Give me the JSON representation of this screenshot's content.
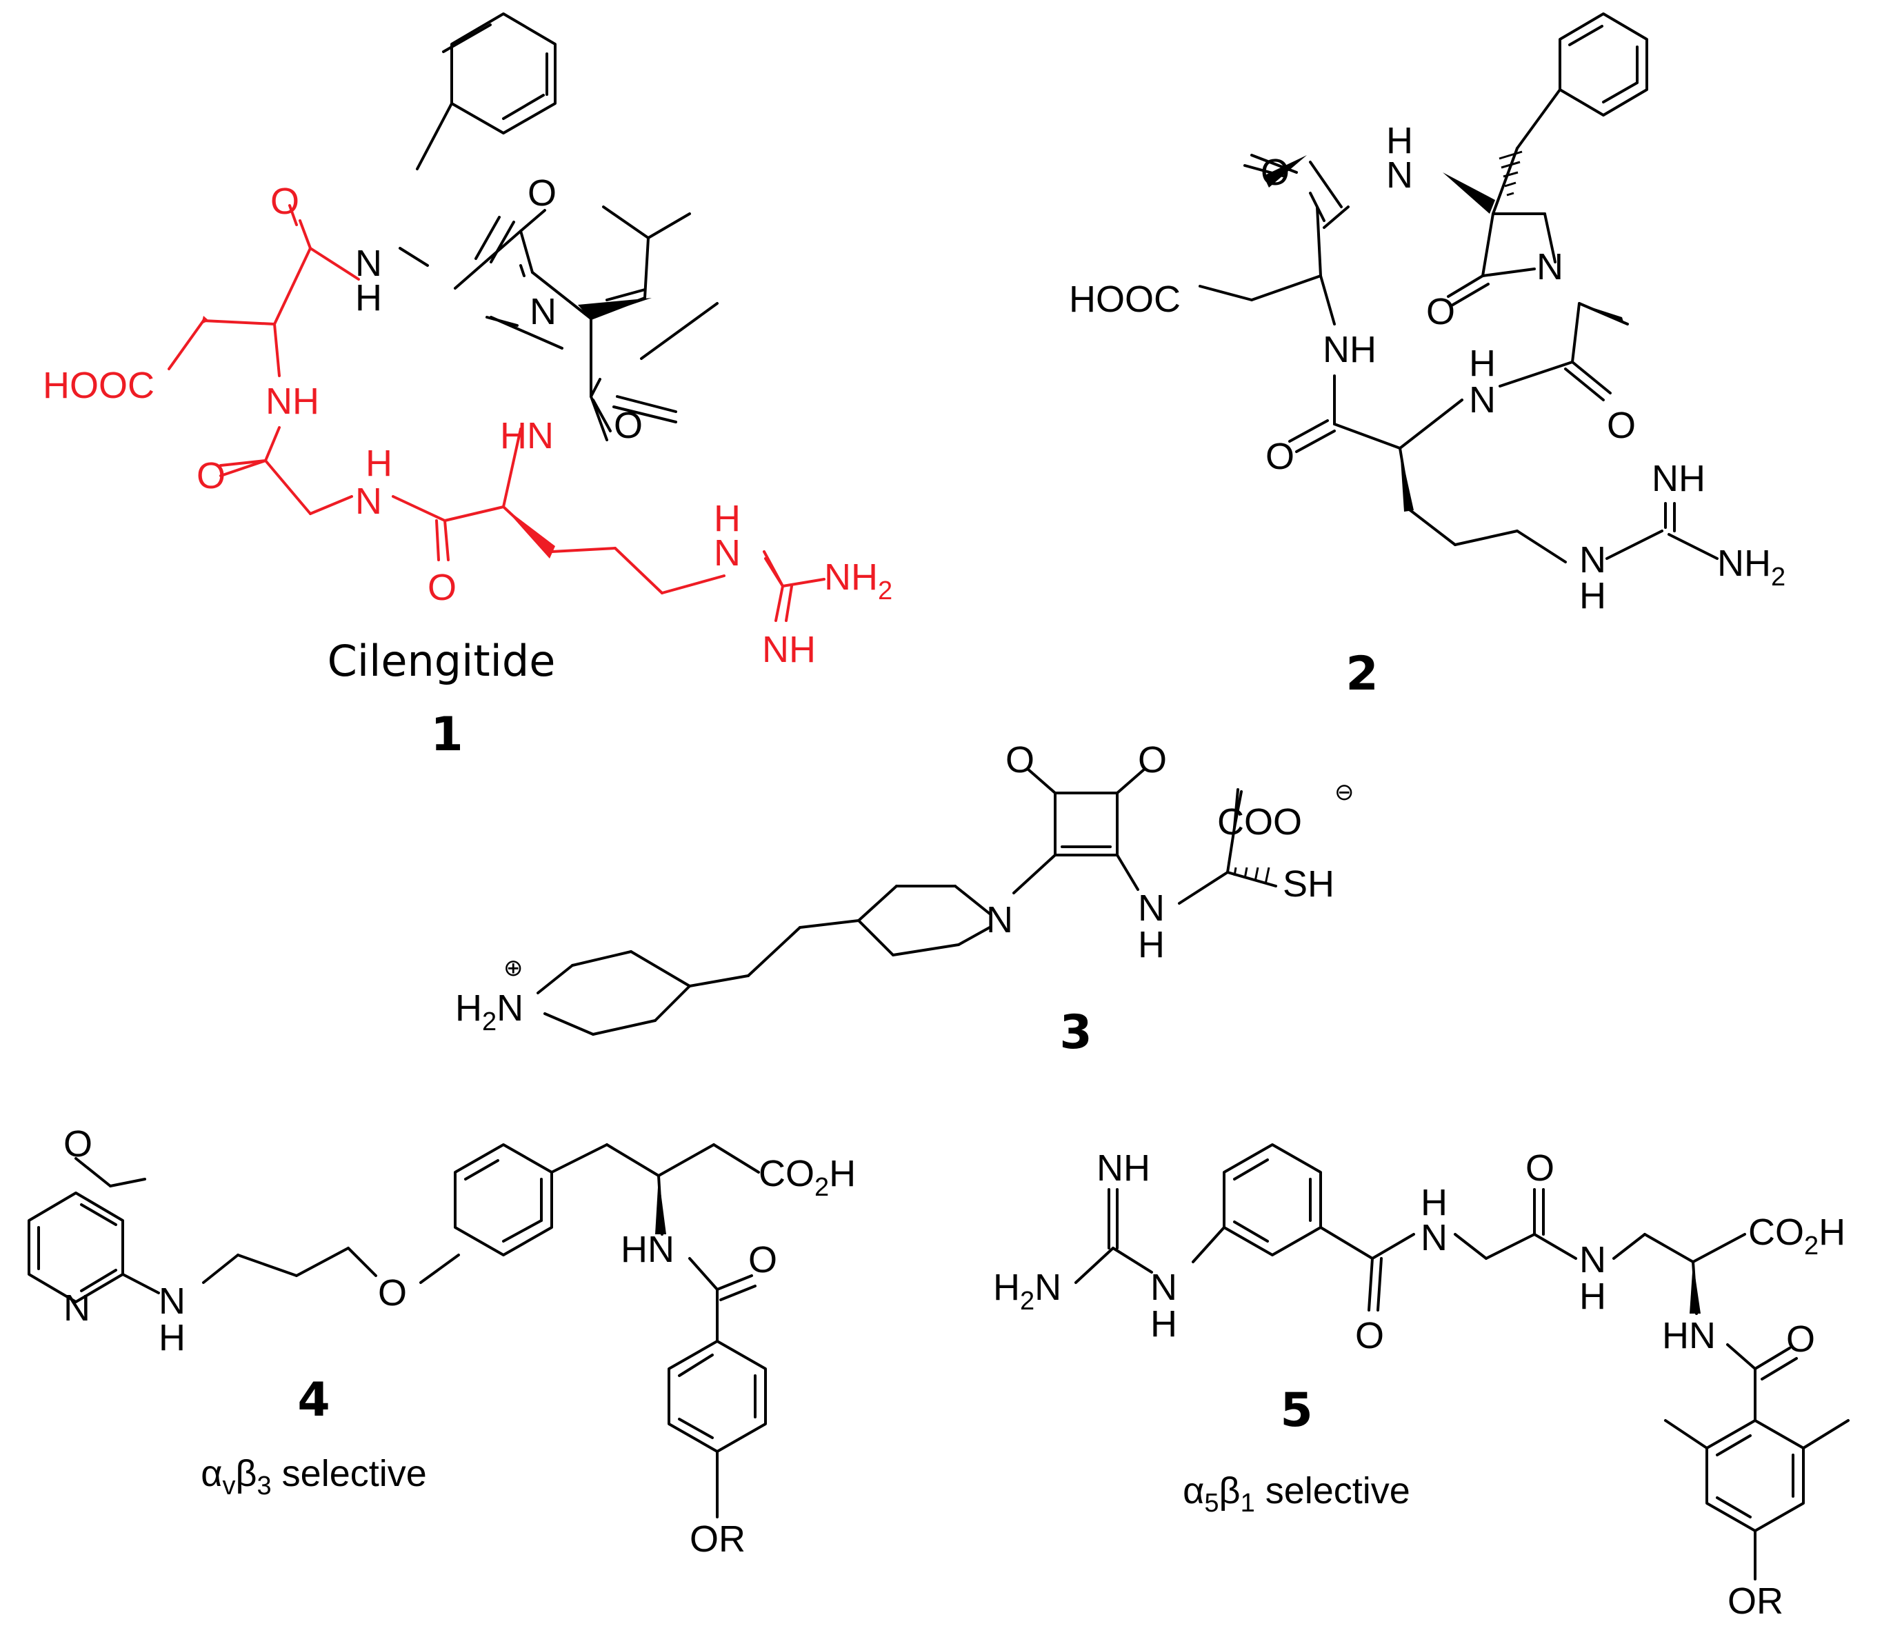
{
  "colors": {
    "highlight": "#ee1c24",
    "ink": "#000000",
    "background": "#ffffff"
  },
  "compound1": {
    "name": "Cilengitide",
    "number": "1",
    "atoms": {
      "phe_o": "O",
      "phe_nh_n": "N",
      "phe_nh_h": "H",
      "nme_n": "N",
      "val_o": "O",
      "asp_o": "O",
      "cooh": "HOOC",
      "asp_nh": "NH",
      "gly_o": "O",
      "gly_nh_h": "H",
      "gly_nh_n": "N",
      "arg_nh": "HN",
      "arg_o": "O",
      "gua_h": "H",
      "gua_n": "N",
      "gua_nh2": "NH",
      "gua_nh2_sub": "2",
      "gua_imine": "NH"
    }
  },
  "compound2": {
    "number": "2",
    "atoms": {
      "top_o": "O",
      "top_nh": "N",
      "top_nh_h": "H",
      "cooh": "HOOC",
      "lactam_o": "O",
      "lactam_n": "N",
      "asp_nh": "NH",
      "arg_nh_h": "H",
      "arg_nh_n": "N",
      "ala_o": "O",
      "bottom_o": "O",
      "gua_imine": "NH",
      "gua_nh_n": "N",
      "gua_nh_h": "H",
      "gua_nh2": "NH",
      "gua_nh2_sub": "2"
    }
  },
  "compound3": {
    "number": "3",
    "atoms": {
      "o1": "O",
      "o2": "O",
      "coo": "COO",
      "coo_charge": "⊖",
      "sh": "SH",
      "pip_n": "N",
      "nh_n": "N",
      "nh_h": "H",
      "amine": "H",
      "amine_sub": "2",
      "amine_n": "N",
      "amine_charge": "⊕"
    }
  },
  "compound4": {
    "number": "4",
    "selectivity": {
      "alpha": "α",
      "alpha_sub": "v",
      "beta": "β",
      "beta_sub": "3",
      "word": " selective"
    },
    "atoms": {
      "ome_o": "O",
      "py_n": "N",
      "nh_n": "N",
      "nh_h": "H",
      "ether_o": "O",
      "co2h": "CO",
      "co2h_sub": "2",
      "co2h_h": "H",
      "amide_nh": "HN",
      "amide_o": "O",
      "or": "OR"
    }
  },
  "compound5": {
    "number": "5",
    "selectivity": {
      "alpha": "α",
      "alpha_sub": "5",
      "beta": "β",
      "beta_sub": "1",
      "word": " selective"
    },
    "atoms": {
      "gua_imine": "NH",
      "gua_nh2": "H",
      "gua_nh2_sub": "2",
      "gua_nh2_n": "N",
      "gua_nh_n": "N",
      "gua_nh_h": "H",
      "amide1_h": "H",
      "amide1_n": "N",
      "amide1_o": "O",
      "amide2_o": "O",
      "amide2_n": "N",
      "amide2_h": "H",
      "co2h": "CO",
      "co2h_sub": "2",
      "co2h_h": "H",
      "amide3_nh": "HN",
      "amide3_o": "O",
      "or": "OR"
    }
  }
}
